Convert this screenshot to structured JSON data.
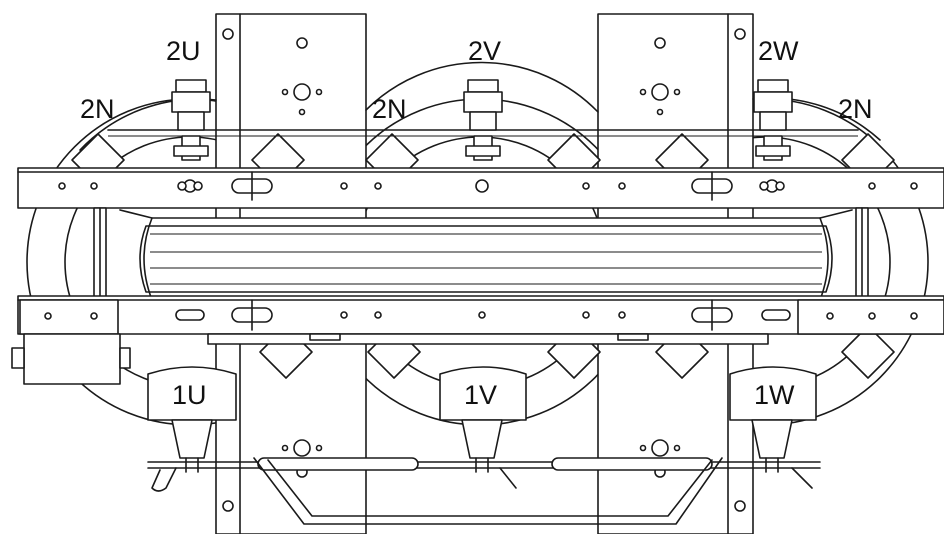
{
  "labels": {
    "secondary": {
      "u": "2U",
      "v": "2V",
      "w": "2W",
      "n_left": "2N",
      "n_mid": "2N",
      "n_right": "2N"
    },
    "primary": {
      "u": "1U",
      "v": "1V",
      "w": "1W"
    }
  },
  "colors": {
    "line": "#1a1a1a",
    "background": "#ffffff"
  }
}
